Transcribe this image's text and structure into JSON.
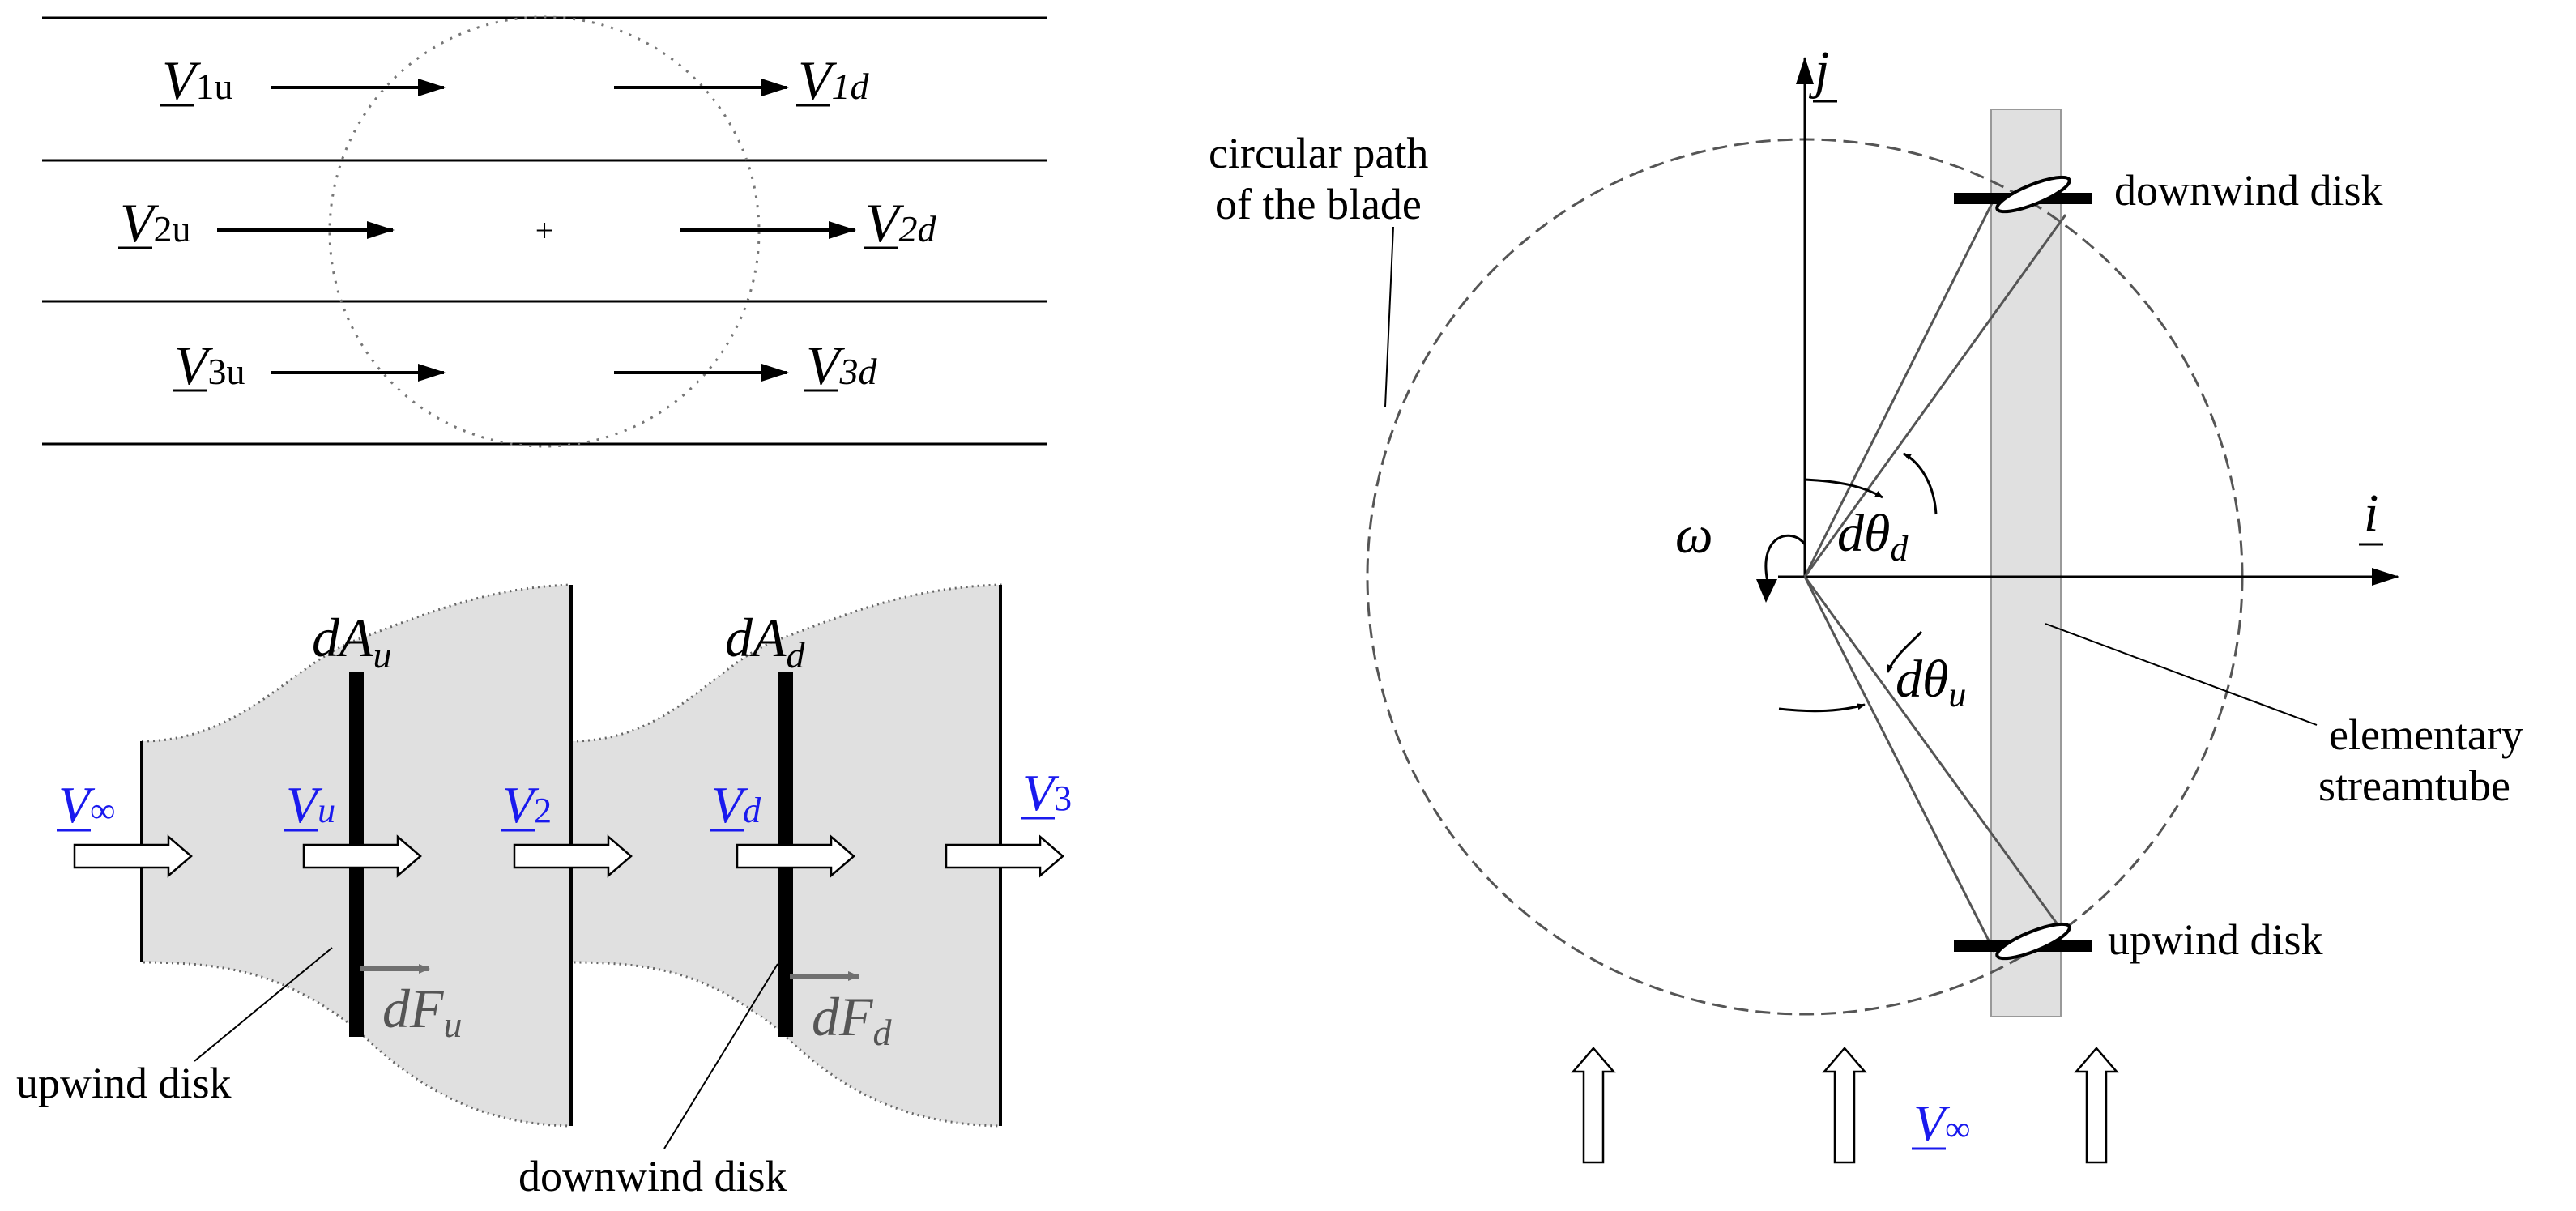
{
  "top_left": {
    "upstream": [
      {
        "letter": "V",
        "sub": "1u"
      },
      {
        "letter": "V",
        "sub": "2u"
      },
      {
        "letter": "V",
        "sub": "3u"
      }
    ],
    "downstream": [
      {
        "letter": "V",
        "sub": "1d"
      },
      {
        "letter": "V",
        "sub": "2d"
      },
      {
        "letter": "V",
        "sub": "3d"
      }
    ],
    "center_mark": "+"
  },
  "bottom_left": {
    "dA_u": {
      "main": "dA",
      "sub": "u"
    },
    "dA_d": {
      "main": "dA",
      "sub": "d"
    },
    "v_inf": {
      "main": "V",
      "sub": "∞"
    },
    "v_u": {
      "main": "V",
      "sub": "u"
    },
    "v_2": {
      "main": "V",
      "sub": "2"
    },
    "v_d": {
      "main": "V",
      "sub": "d"
    },
    "v_3": {
      "main": "V",
      "sub": "3"
    },
    "dF_u": {
      "main": "dF",
      "sub": "u"
    },
    "dF_d": {
      "main": "dF",
      "sub": "d"
    },
    "upwind_label": "upwind disk",
    "downwind_label": "downwind disk"
  },
  "right": {
    "j_label": "j",
    "i_label": "i",
    "omega": "ω",
    "dtheta_d": {
      "main": "dθ",
      "sub": "d"
    },
    "dtheta_u": {
      "main": "dθ",
      "sub": "u"
    },
    "circular_path_line1": "circular path",
    "circular_path_line2": "of the blade",
    "downwind_disk": "downwind disk",
    "upwind_disk": "upwind disk",
    "streamtube_line1": "elementary",
    "streamtube_line2": "streamtube",
    "v_inf": {
      "main": "V",
      "sub": "∞"
    }
  },
  "colors": {
    "label_blue": "#1a1aee",
    "tube_fill": "#e0e0e0",
    "force_arrow": "#707070"
  }
}
